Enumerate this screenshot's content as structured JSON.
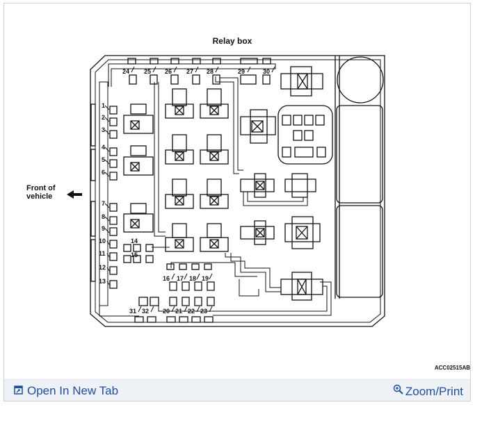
{
  "diagram": {
    "title": "Relay box",
    "front_label_line1": "Front of",
    "front_label_line2": "vehicle",
    "reference_code": "ACC02515AB",
    "fuse_numbers_top": [
      "24",
      "25",
      "26",
      "27",
      "28",
      "29",
      "30"
    ],
    "fuse_numbers_left": [
      "1",
      "2",
      "3",
      "4",
      "5",
      "6",
      "7",
      "8",
      "9",
      "10",
      "11",
      "12",
      "13"
    ],
    "fuse_numbers_mid": [
      "14",
      "15"
    ],
    "fuse_numbers_row16": [
      "16",
      "17",
      "18",
      "19"
    ],
    "fuse_numbers_bottom": [
      "31",
      "32",
      "20",
      "21",
      "22",
      "23"
    ]
  },
  "toolbar": {
    "open_new_tab": "Open In New Tab",
    "open_icon": "external-window-icon",
    "zoom_print": "Zoom/Print",
    "zoom_icon": "magnifier-plus-icon",
    "link_color": "#1f4e9c"
  }
}
